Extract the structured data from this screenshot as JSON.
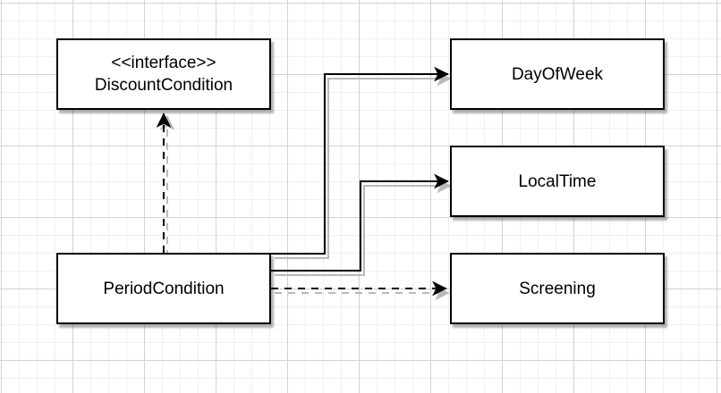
{
  "diagram": {
    "kind": "uml-class-diagram",
    "nodes": [
      {
        "id": "discount-condition",
        "stereotype": "<<interface>>",
        "label": "DiscountCondition"
      },
      {
        "id": "day-of-week",
        "stereotype": "",
        "label": "DayOfWeek"
      },
      {
        "id": "local-time",
        "stereotype": "",
        "label": "LocalTime"
      },
      {
        "id": "period-condition",
        "stereotype": "",
        "label": "PeriodCondition"
      },
      {
        "id": "screening",
        "stereotype": "",
        "label": "Screening"
      }
    ],
    "edges": [
      {
        "from": "PeriodCondition",
        "to": "DiscountCondition",
        "line": "dashed",
        "arrowhead": "filled",
        "direction": "up"
      },
      {
        "from": "PeriodCondition",
        "to": "DayOfWeek",
        "line": "solid",
        "arrowhead": "filled",
        "direction": "right"
      },
      {
        "from": "PeriodCondition",
        "to": "LocalTime",
        "line": "solid",
        "arrowhead": "filled",
        "direction": "right"
      },
      {
        "from": "PeriodCondition",
        "to": "Screening",
        "line": "dashed",
        "arrowhead": "filled",
        "direction": "right"
      }
    ],
    "colors": {
      "background": "#ffffff",
      "node_fill": "#ffffff",
      "node_border": "#000000",
      "text": "#000000",
      "edge": "#000000",
      "shadow": "#b9b9b9",
      "grid_minor": "#f0f0f0",
      "grid_major": "#d2d2d2"
    }
  }
}
